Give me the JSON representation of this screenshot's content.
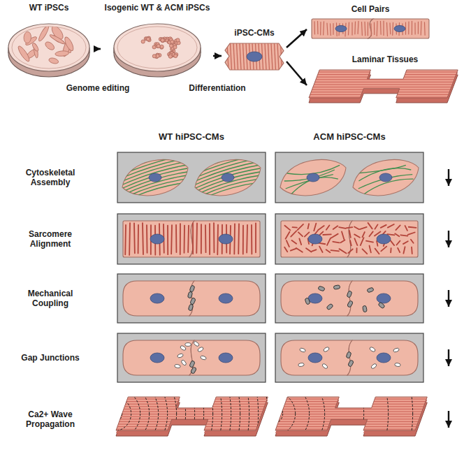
{
  "diagram": {
    "nodes": [
      {
        "text": [
          "WT iPSCs"
        ]
      },
      {
        "text": [
          "Isogenic WT & ACM iPSCs"
        ]
      },
      {
        "text": [
          "iPSC-CMs"
        ]
      },
      {
        "text": [
          "Cell Pairs"
        ]
      },
      {
        "text": [
          "Laminar Tissues"
        ]
      }
    ],
    "edges": [
      {
        "from": 0,
        "to": 1,
        "arrow": "to",
        "label": "Genome editing"
      },
      {
        "from": 1,
        "to": 2,
        "arrow": "to",
        "label": "Differentiation"
      },
      {
        "from": 2,
        "to": 3,
        "arrow": "to"
      },
      {
        "from": 2,
        "to": 4,
        "arrow": "to"
      }
    ],
    "labels": [
      "WT hiPSC-CMs",
      "ACM hiPSC-CMs",
      "Cytoskeletal Assembly",
      "Sarcomere Alignment",
      "Mechanical Coupling",
      "Gap Junctions",
      "Ca2+ Wave Propagation"
    ]
  }
}
